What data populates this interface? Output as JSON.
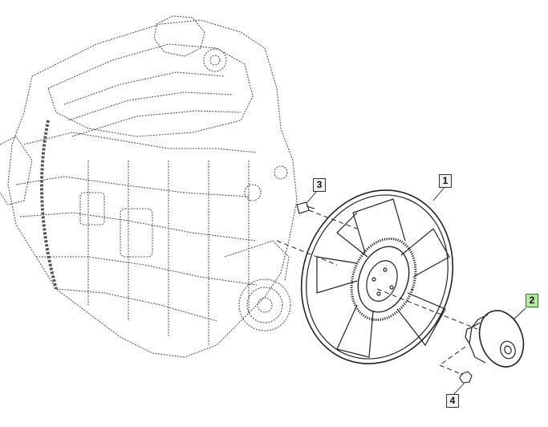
{
  "callouts": [
    {
      "label": "1",
      "active": false
    },
    {
      "label": "2",
      "active": true
    },
    {
      "label": "3",
      "active": false
    },
    {
      "label": "4",
      "active": false
    }
  ],
  "colors": {
    "line": "#222222",
    "engine_line": "#555555",
    "callout_bg": "#f2f2f2",
    "callout_active_bg": "#b9e7a6"
  }
}
